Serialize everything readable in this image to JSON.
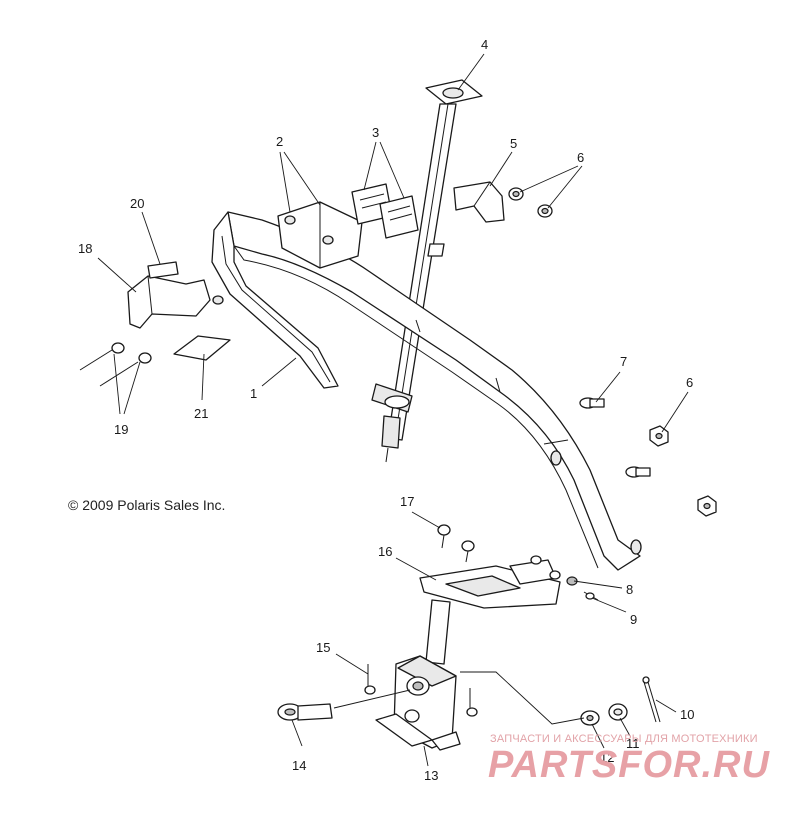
{
  "copyright": "© 2009 Polaris Sales Inc.",
  "watermark": {
    "tagline": "ЗАПЧАСТИ И АКСЕССУАРЫ ДЛЯ МОТОТЕХНИКИ",
    "logo": "PARTSFOR.RU"
  },
  "callouts": {
    "c1": "1",
    "c2": "2",
    "c3": "3",
    "c4": "4",
    "c5": "5",
    "c6a": "6",
    "c6b": "6",
    "c7": "7",
    "c8": "8",
    "c9": "9",
    "c10": "10",
    "c11": "11",
    "c12": "12",
    "c13": "13",
    "c14": "14",
    "c15": "15",
    "c16": "16",
    "c17": "17",
    "c18": "18",
    "c19": "19",
    "c20": "20",
    "c21": "21"
  },
  "colors": {
    "line": "#1a1a1a",
    "watermark": "#e7a1a6"
  }
}
